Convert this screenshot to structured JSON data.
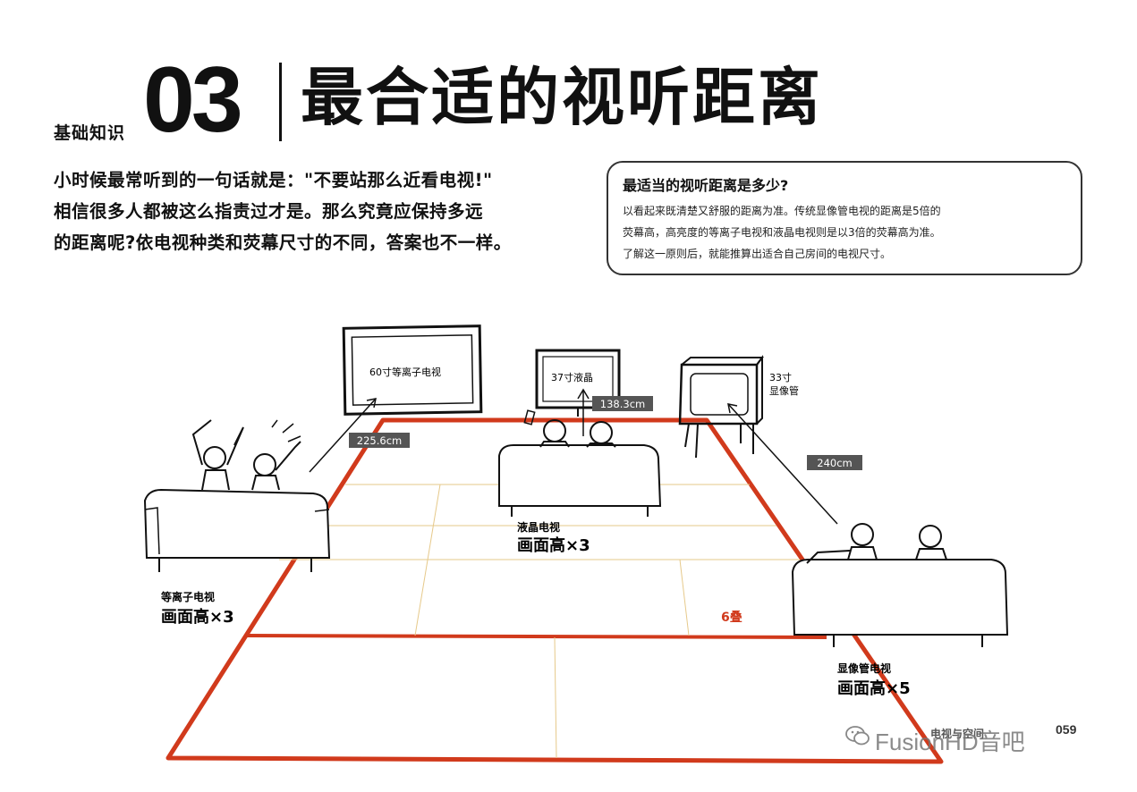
{
  "header": {
    "section_label": "基础知识",
    "chapter_number": "03",
    "title": "最合适的视听距离"
  },
  "intro": {
    "lines": [
      "小时候最常听到的一句话就是：\"不要站那么近看电视!\"",
      "相信很多人都被这么指责过才是。那么究竟应保持多远",
      "的距离呢?依电视种类和荧幕尺寸的不同，答案也不一样。"
    ]
  },
  "info_box": {
    "title": "最适当的视听距离是多少?",
    "lines": [
      "以看起来既清楚又舒服的距离为准。传统显像管电视的距离是5倍的",
      "荧幕高，高亮度的等离子电视和液晶电视则是以3倍的荧幕高为准。",
      "了解这一原则后，就能推算出适合自己房间的电视尺寸。"
    ]
  },
  "illustration": {
    "plasma_tv": {
      "screen_label": "60寸等离子电视",
      "distance": "225.6cm",
      "caption_small": "等离子电视",
      "caption_big": "画面高×3"
    },
    "lcd_tv": {
      "screen_label": "37寸液晶",
      "distance": "138.3cm",
      "caption_small": "液晶电视",
      "caption_big": "画面高×3"
    },
    "crt_tv": {
      "label_line1": "33寸",
      "label_line2": "显像管",
      "distance": "240cm",
      "caption_small": "显像管电视",
      "caption_big": "画面高×5"
    },
    "floor_label": "6叠",
    "floor_color": "#d13a1c"
  },
  "footer": {
    "section": "电视与空间",
    "page_number": "059",
    "watermark": "FusionHD音吧"
  }
}
